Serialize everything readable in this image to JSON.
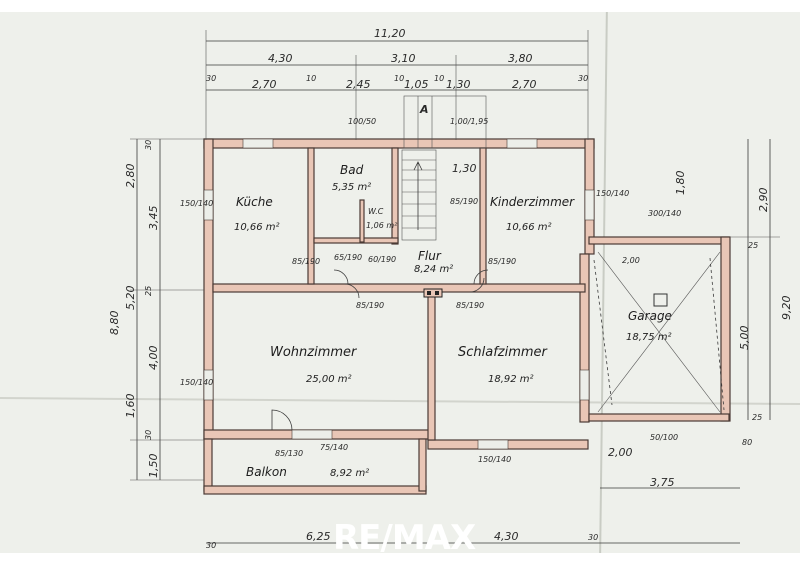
{
  "rooms": {
    "kueche": {
      "name": "Küche",
      "area": "10,66 m²"
    },
    "bad": {
      "name": "Bad",
      "area": "5,35 m²"
    },
    "wc": {
      "name": "W.C",
      "area": "1,06 m²"
    },
    "flur": {
      "name": "Flur",
      "area": "8,24 m²"
    },
    "kinderzimmer": {
      "name": "Kinderzimmer",
      "area": "10,66 m²"
    },
    "wohnzimmer": {
      "name": "Wohnzimmer",
      "area": "25,00 m²"
    },
    "schlafzimmer": {
      "name": "Schlafzimmer",
      "area": "18,92 m²"
    },
    "garage": {
      "name": "Garage",
      "area": "18,75 m²"
    },
    "balkon": {
      "name": "Balkon",
      "area": "8,92 m²"
    }
  },
  "dimensions": {
    "top_total": "11,20",
    "top_row1": [
      "4,30",
      "3,10",
      "3,80"
    ],
    "top_row2": [
      "30",
      "2,70",
      "10",
      "2,45",
      "10",
      "1,05",
      "10",
      "1,30",
      "2,70",
      "30"
    ],
    "left_total": "8,80",
    "left_row": [
      "30",
      "2,80",
      "3,45",
      "25",
      "5,20",
      "4,00",
      "1,60",
      "30",
      "1,50"
    ],
    "right_total": "9,20",
    "right_row": [
      "1,80",
      "2,90",
      "5,00"
    ],
    "bottom": [
      "6,25",
      "4,30",
      "3,75",
      "2,00",
      "30"
    ],
    "openings": [
      "150/140",
      "150/140",
      "150/140",
      "85/190",
      "85/190",
      "85/190",
      "85/190",
      "65/190",
      "60/190",
      "100/50",
      "85/190",
      "150/140",
      "85/130",
      "75/140",
      "50/100",
      "300/140",
      "1,00/1,95"
    ],
    "stair_note": "1,30",
    "other": [
      "2,00",
      "25",
      "80",
      "25",
      "30"
    ]
  },
  "north_mark": "A",
  "logo": "RE/MAX"
}
